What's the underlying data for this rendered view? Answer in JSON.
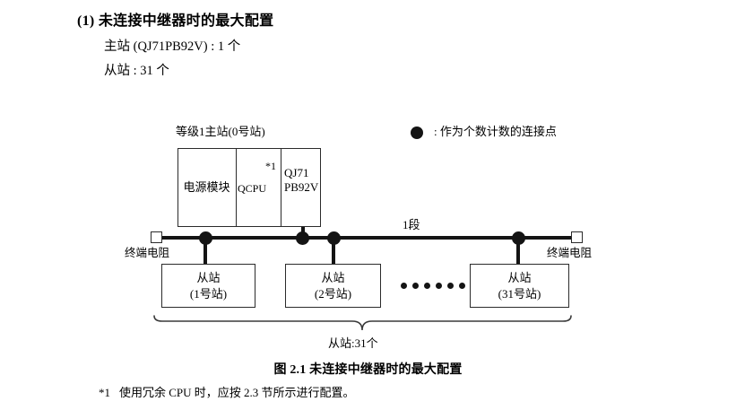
{
  "heading": {
    "number": "(1)",
    "title": "(1) 未连接中继器时的最大配置",
    "lines": [
      "主站 (QJ71PB92V) : 1 个",
      "从站 : 31 个"
    ]
  },
  "legend": {
    "symbol": "filled-circle",
    "text": ": 作为个数计数的连接点"
  },
  "diagram": {
    "master_label": "等级1主站(0号站)",
    "segment_label": "1段",
    "terminator_left": "终端电阻",
    "terminator_right": "终端电阻",
    "master_modules": [
      {
        "name": "power-module",
        "label": "电源模块"
      },
      {
        "name": "qcpu-module",
        "label": "QCPU",
        "note": "*1"
      },
      {
        "name": "profibus-module",
        "label_line1": "QJ71",
        "label_line2": "PB92V"
      }
    ],
    "slaves": [
      {
        "line1": "从站",
        "line2": "(1号站)"
      },
      {
        "line1": "从站",
        "line2": "(2号站)"
      },
      {
        "line1": "从站",
        "line2": "(31号站)"
      }
    ],
    "ellipsis_count": 6,
    "brace_label": "从站:31个"
  },
  "caption": "图 2.1  未连接中继器时的最大配置",
  "footnote": {
    "mark": "*1",
    "text": "使用冗余 CPU 时，应按 2.3 节所示进行配置。"
  },
  "colors": {
    "ink": "#000000",
    "line": "#2b2b2b",
    "bus": "#141414",
    "paper": "#ffffff"
  }
}
